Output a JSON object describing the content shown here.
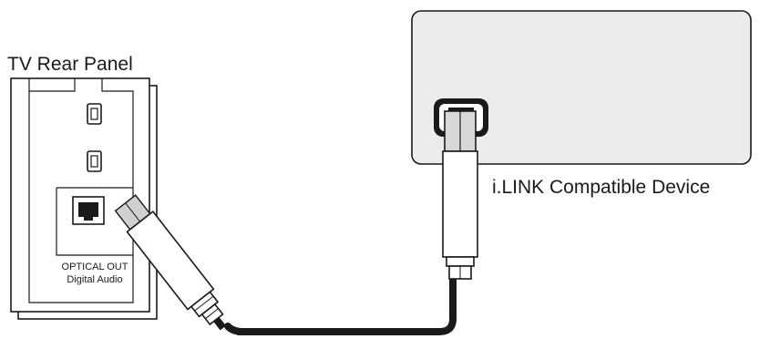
{
  "labels": {
    "tv_rear_panel": "TV Rear Panel",
    "device": "i.LINK Compatible Device",
    "optical_out": "OPTICAL OUT",
    "digital_audio": "Digital Audio"
  },
  "colors": {
    "outline": "#1a1a1a",
    "device_fill": "#ececec",
    "panel_fill": "#ffffff",
    "cable": "#1a1a1a"
  }
}
